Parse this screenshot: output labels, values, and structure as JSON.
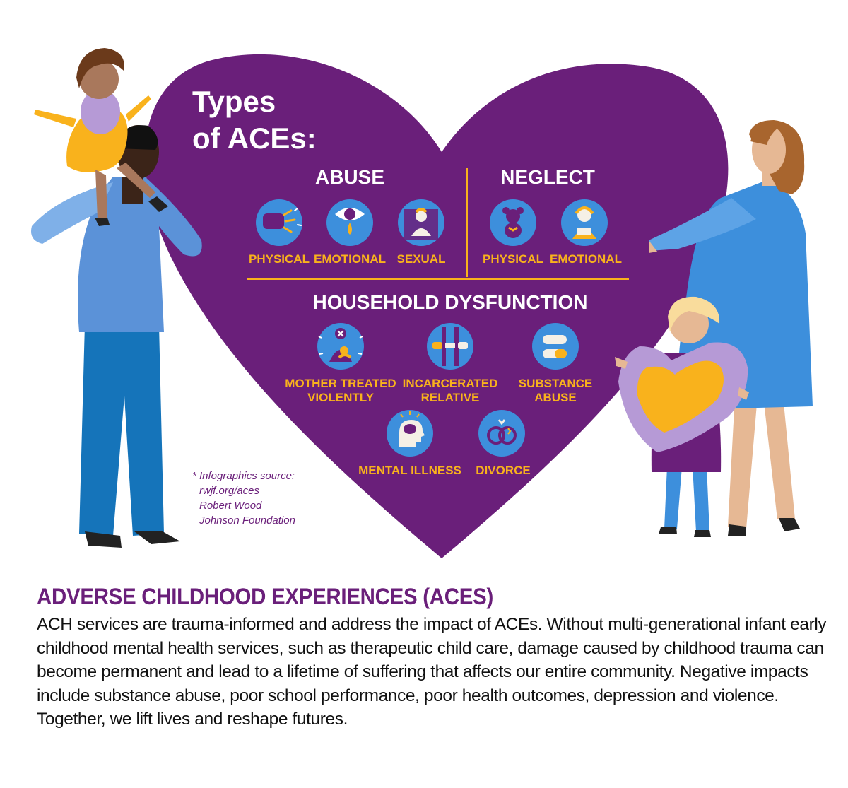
{
  "infographic": {
    "title_line1": "Types",
    "title_line2": "of ACEs:",
    "abuse": {
      "heading": "ABUSE",
      "items": [
        {
          "label": "PHYSICAL",
          "icon": "fist-icon"
        },
        {
          "label": "EMOTIONAL",
          "icon": "crying-eye-icon"
        },
        {
          "label": "SEXUAL",
          "icon": "child-silhouette-icon"
        }
      ]
    },
    "neglect": {
      "heading": "NEGLECT",
      "items": [
        {
          "label": "PHYSICAL",
          "icon": "teddy-bear-icon"
        },
        {
          "label": "EMOTIONAL",
          "icon": "sad-child-icon"
        }
      ]
    },
    "household": {
      "heading": "HOUSEHOLD DYSFUNCTION",
      "items": [
        {
          "label_line1": "MOTHER TREATED",
          "label_line2": "VIOLENTLY",
          "icon": "injured-mother-icon"
        },
        {
          "label_line1": "INCARCERATED",
          "label_line2": "RELATIVE",
          "icon": "prison-bars-icon"
        },
        {
          "label_line1": "SUBSTANCE",
          "label_line2": "ABUSE",
          "icon": "pill-capsule-icon"
        },
        {
          "label_line1": "MENTAL ILLNESS",
          "label_line2": "",
          "icon": "head-brain-icon"
        },
        {
          "label_line1": "DIVORCE",
          "label_line2": "",
          "icon": "broken-rings-icon"
        }
      ]
    },
    "source": {
      "line1": "Infographics source:",
      "line2": "rwjf.org/aces",
      "line3": "Robert Wood",
      "line4": "Johnson Foundation"
    }
  },
  "colors": {
    "heart_purple": "#6a1f7a",
    "gold": "#f9b21c",
    "icon_blue": "#3d8fdc",
    "dark_blue": "#0e4f9e"
  },
  "footer": {
    "heading": "ADVERSE CHILDHOOD EXPERIENCES (ACES)",
    "body": "ACH services are trauma-informed and address the impact of ACEs. Without multi-generational infant early childhood mental health services, such as therapeutic child care, damage caused by childhood trauma can become permanent and lead to a lifetime of suffering that affects our entire community. Negative impacts include substance abuse, poor school performance, poor health outcomes, depression and violence. Together, we lift lives and reshape futures."
  }
}
